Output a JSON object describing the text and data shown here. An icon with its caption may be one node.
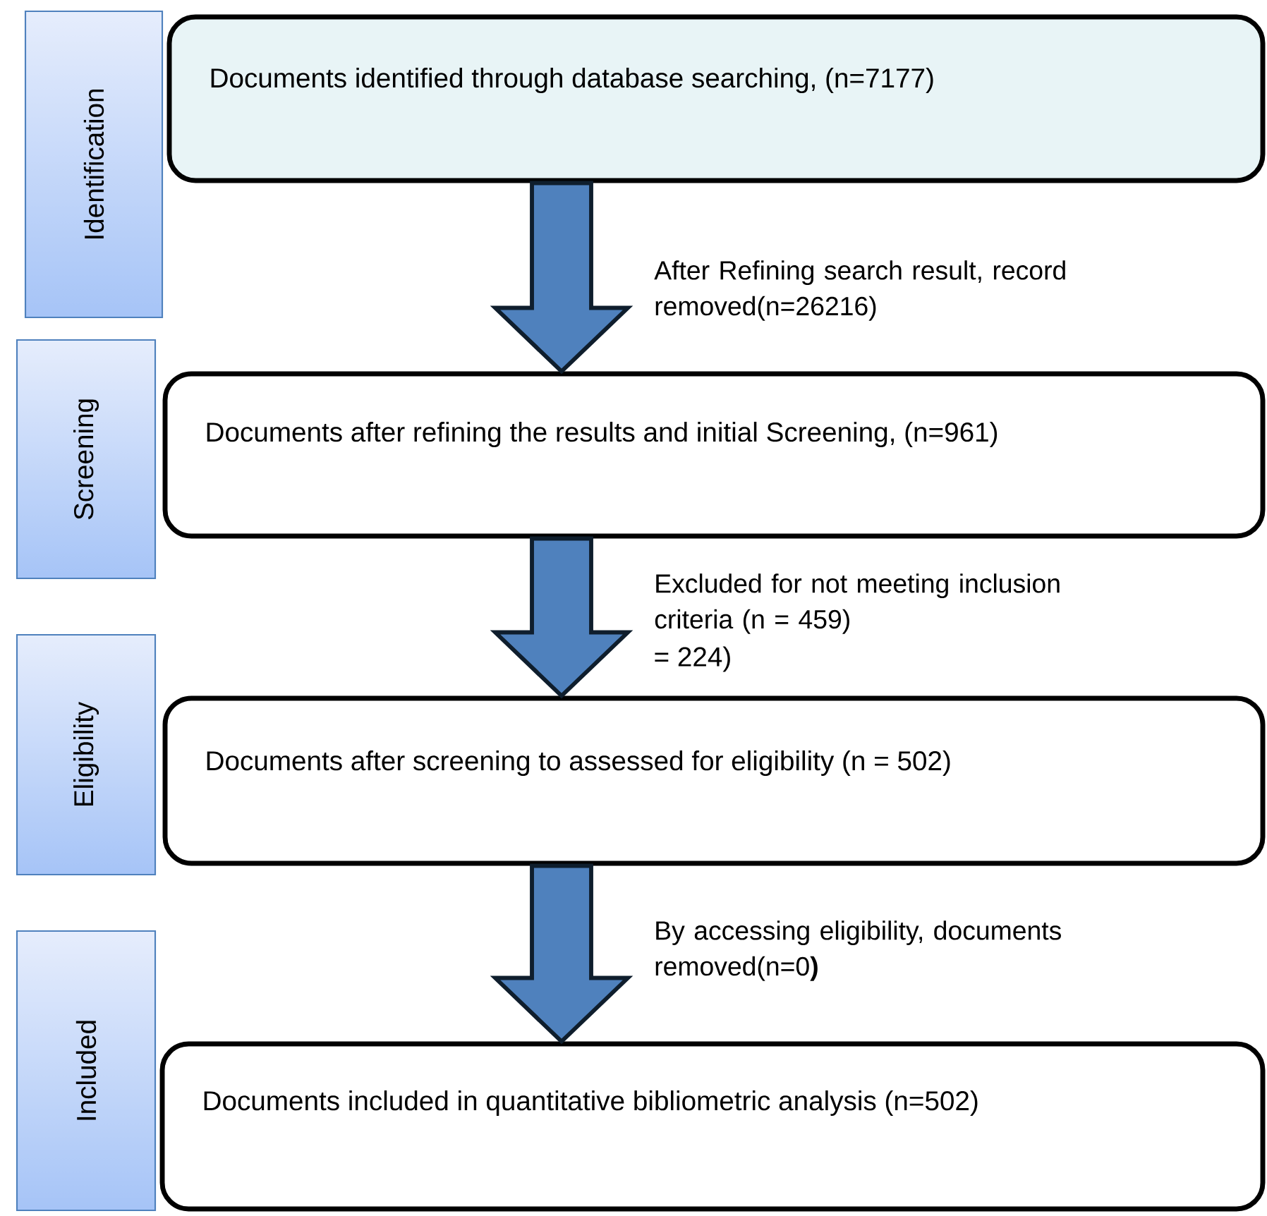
{
  "diagram": {
    "nodes": [
      {
        "text": [
          "Identification"
        ]
      },
      {
        "text": [
          "Screening"
        ]
      },
      {
        "text": [
          "Eligibility"
        ]
      },
      {
        "text": [
          "Included"
        ]
      },
      {
        "text": [
          "Documents identified through database searching, (n=7177)"
        ]
      },
      {
        "text": [
          "Documents after refining the results and initial Screening, (n=961)"
        ]
      },
      {
        "text": [
          "Documents after screening to assessed for eligibility (n = 502)"
        ]
      },
      {
        "text": [
          "Documents included in quantitative bibliometric analysis (n=502)"
        ]
      }
    ],
    "edges": [
      {
        "from": 4,
        "to": 5,
        "arrow": "to",
        "label": "After Refining search result, record removed(n=26216)"
      },
      {
        "from": 5,
        "to": 6,
        "arrow": "to",
        "label": "Excluded for not meeting inclusion criteria (n = 459)"
      },
      {
        "from": 6,
        "to": 7,
        "arrow": "to",
        "label": "By accessing eligibility, documents removed(n=0**)**"
      }
    ],
    "labels": [
      "= 224)"
    ]
  }
}
